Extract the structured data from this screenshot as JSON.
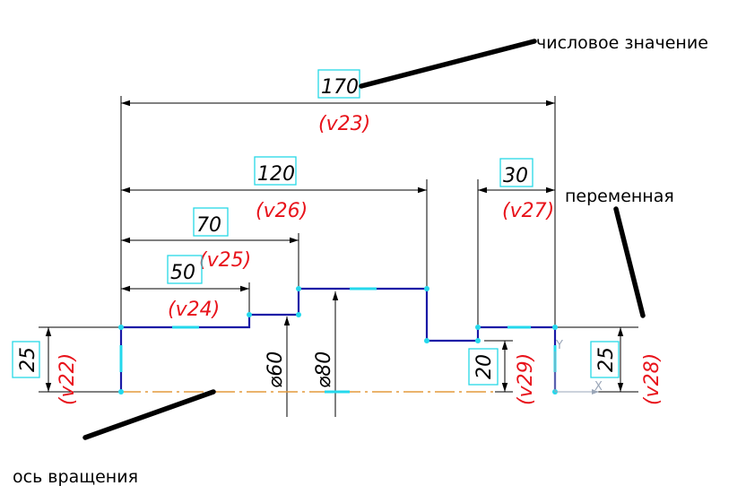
{
  "callouts": {
    "numeric_value": "числовое значение",
    "variable": "переменная",
    "rotation_axis": "ось вращения"
  },
  "dimensions": {
    "d170": {
      "value": "170",
      "variable": "(v23)"
    },
    "d120": {
      "value": "120",
      "variable": "(v26)"
    },
    "d30": {
      "value": "30",
      "variable": "(v27)"
    },
    "d70": {
      "value": "70",
      "variable": "(v25)"
    },
    "d50": {
      "value": "50",
      "variable": "(v24)"
    },
    "d25_left": {
      "value": "25",
      "variable": "(v22)"
    },
    "d20": {
      "value": "20",
      "variable": "(v29)"
    },
    "d25_right": {
      "value": "25",
      "variable": "(v28)"
    },
    "dia60": {
      "value": "⌀60"
    },
    "dia80": {
      "value": "⌀80"
    }
  },
  "axes": {
    "x": "X",
    "y": "Y"
  },
  "colors": {
    "profile": "#1a1aa6",
    "variable_text": "#e8131b",
    "value_box": "#26d9e6",
    "axis_line": "#e39a3c",
    "point": "#24d8ec"
  }
}
